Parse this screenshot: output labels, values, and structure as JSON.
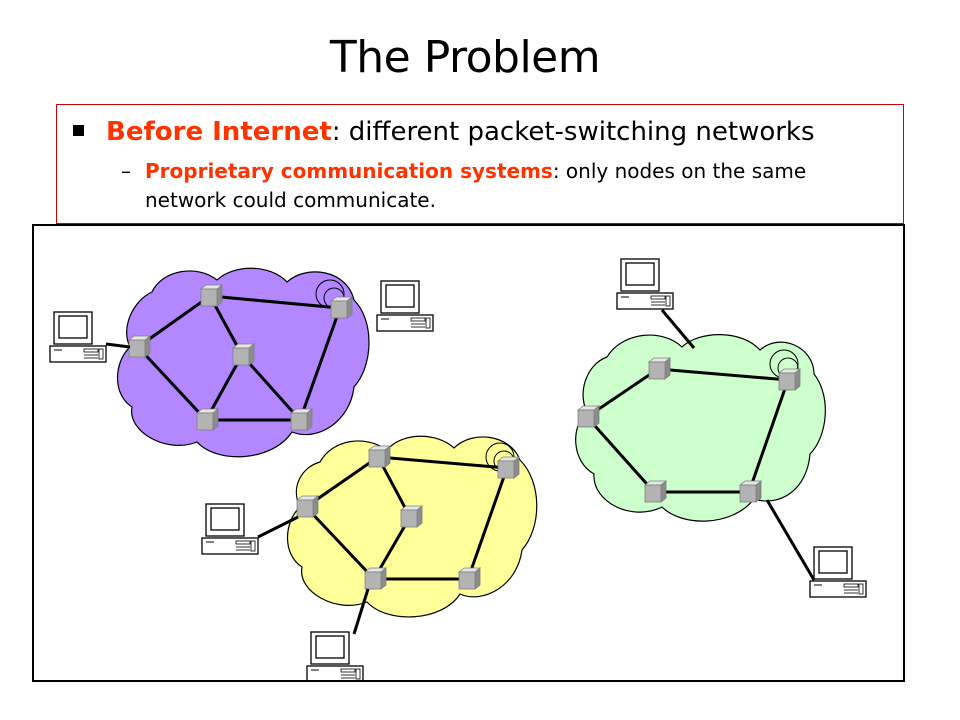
{
  "slide": {
    "title": "The Problem",
    "bullet": {
      "highlight": "Before Internet",
      "rest": ": different packet-switching networks"
    },
    "sub_bullet": {
      "dash": "–",
      "highlight": "Proprietary communication systems",
      "rest": ": only nodes on the same network could communicate."
    }
  },
  "diagram": {
    "networks": [
      {
        "name": "purple-network",
        "fill": "#b387ff"
      },
      {
        "name": "yellow-network",
        "fill": "#ffff99"
      },
      {
        "name": "green-network",
        "fill": "#ccffcc"
      }
    ]
  },
  "colors": {
    "highlight": "#ff3300",
    "box_border": "#cc0000",
    "switch_node": "#b3b3b3"
  }
}
